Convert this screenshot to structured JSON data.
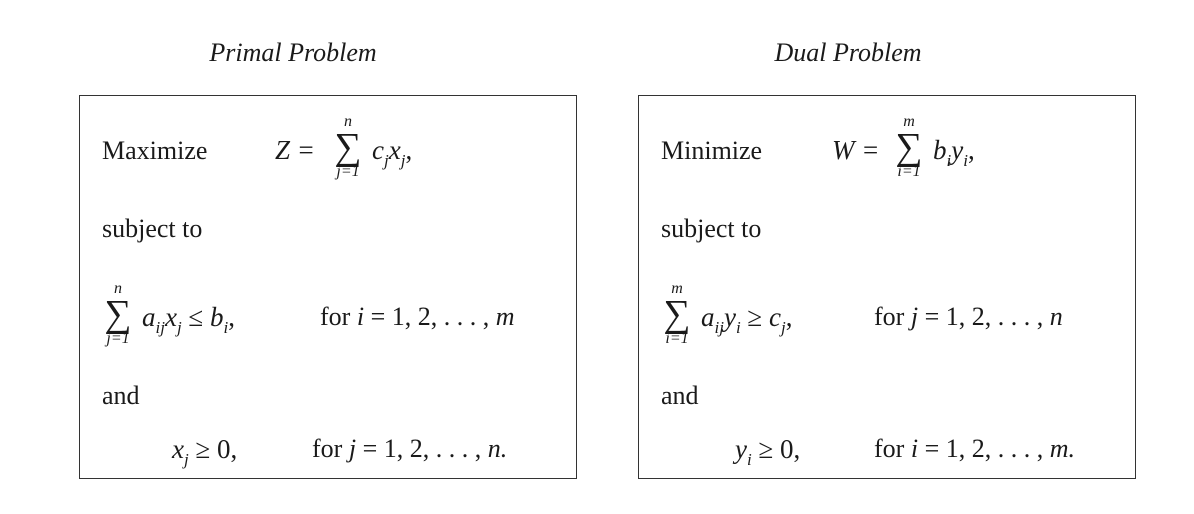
{
  "primal": {
    "title": "Primal Problem",
    "objective_word": "Maximize",
    "objective_lhs": "Z =",
    "objective_sum_upper": "n",
    "objective_sum_lower": "j=1",
    "objective_term_c": "c",
    "objective_term_sub1": "j",
    "objective_term_x": "x",
    "objective_term_sub2": "j",
    "objective_tail": ",",
    "subject_to": "subject to",
    "constraint_sum_upper": "n",
    "constraint_sum_lower": "j=1",
    "constraint_a": "a",
    "constraint_a_sub": "ij",
    "constraint_x": "x",
    "constraint_x_sub": "j",
    "constraint_rel": " ≤ ",
    "constraint_b": "b",
    "constraint_b_sub": "i",
    "constraint_tail": ",",
    "constraint_for": "for",
    "constraint_index": "i",
    "constraint_range": " = 1, 2, . . . , ",
    "constraint_range_end": "m",
    "and": "and",
    "nonneg_var": "x",
    "nonneg_sub": "j",
    "nonneg_rel": " ≥ 0,",
    "nonneg_for": "for",
    "nonneg_index": "j",
    "nonneg_range": " = 1, 2, . . . , ",
    "nonneg_range_end": "n."
  },
  "dual": {
    "title": "Dual Problem",
    "objective_word": "Minimize",
    "objective_lhs": "W =",
    "objective_sum_upper": "m",
    "objective_sum_lower": "i=1",
    "objective_term_c": "b",
    "objective_term_sub1": "i",
    "objective_term_x": "y",
    "objective_term_sub2": "i",
    "objective_tail": ",",
    "subject_to": "subject to",
    "constraint_sum_upper": "m",
    "constraint_sum_lower": "i=1",
    "constraint_a": "a",
    "constraint_a_sub": "ij",
    "constraint_x": "y",
    "constraint_x_sub": "i",
    "constraint_rel": " ≥ ",
    "constraint_b": "c",
    "constraint_b_sub": "j",
    "constraint_tail": ",",
    "constraint_for": "for",
    "constraint_index": "j",
    "constraint_range": " = 1, 2, . . . , ",
    "constraint_range_end": "n",
    "and": "and",
    "nonneg_var": "y",
    "nonneg_sub": "i",
    "nonneg_rel": " ≥ 0,",
    "nonneg_for": "for",
    "nonneg_index": "i",
    "nonneg_range": " = 1, 2, . . . , ",
    "nonneg_range_end": "m."
  }
}
